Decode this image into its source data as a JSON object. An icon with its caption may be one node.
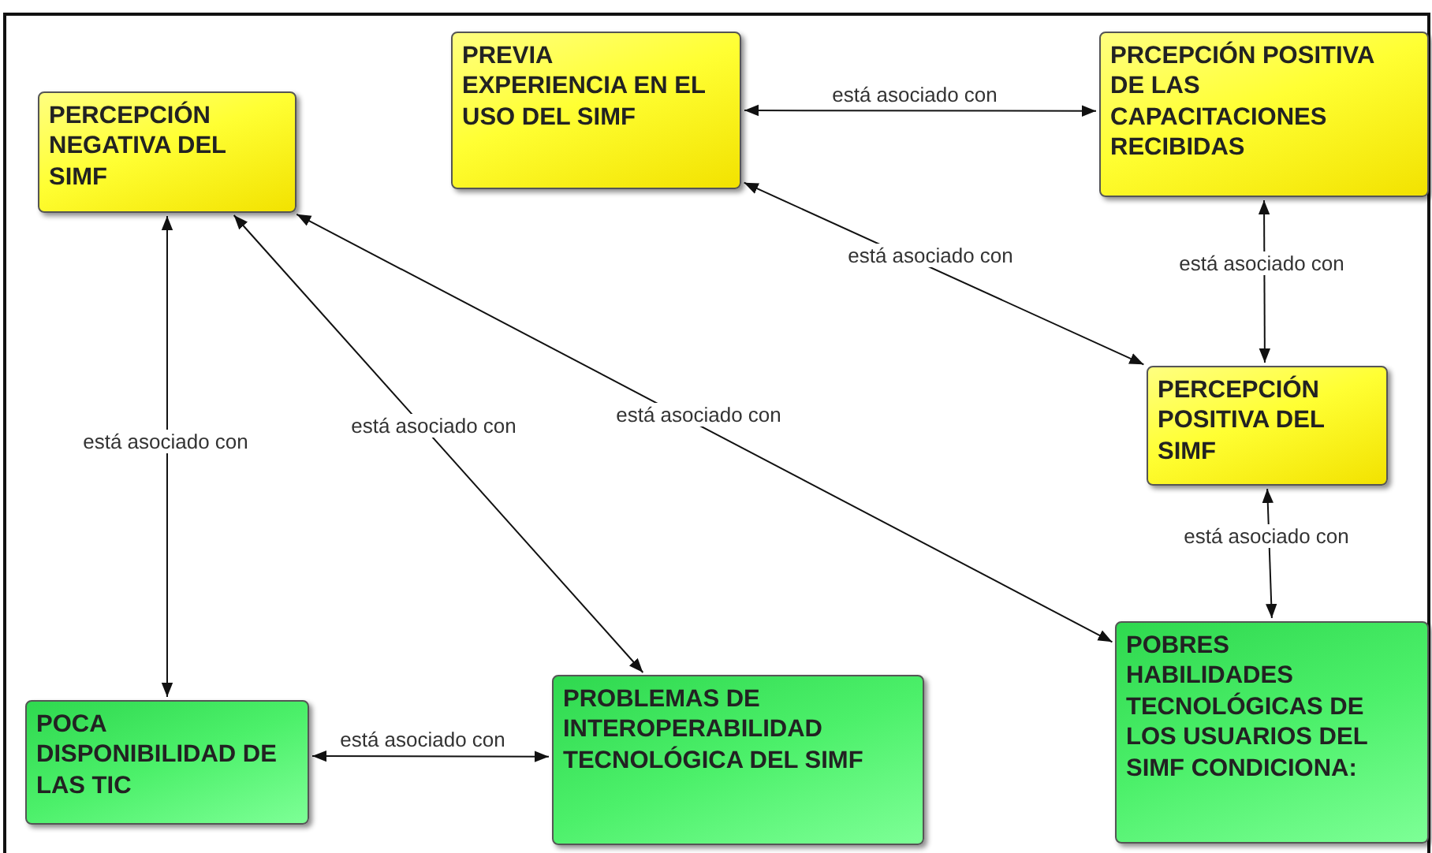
{
  "diagram": {
    "nodes": [
      {
        "text": [
          "PERCEPCIÓN NEGATIVA DEL SIMF"
        ]
      },
      {
        "text": [
          "PREVIA EXPERIENCIA EN EL USO DEL SIMF"
        ]
      },
      {
        "text": [
          "PRCEPCIÓN POSITIVA DE LAS CAPACITACIONES RECIBIDAS"
        ]
      },
      {
        "text": [
          "PERCEPCIÓN POSITIVA DEL SIMF"
        ]
      },
      {
        "text": [
          "POCA DISPONIBILIDAD DE LAS TIC"
        ]
      },
      {
        "text": [
          "PROBLEMAS DE INTEROPERABILIDAD TECNOLÓGICA DEL SIMF"
        ]
      },
      {
        "text": [
          "POBRES HABILIDADES TECNOLÓGICAS DE LOS USUARIOS DEL SIMF CONDICIONA:"
        ]
      }
    ],
    "edges": [
      {
        "from": 1,
        "to": 2,
        "arrow": "both",
        "label": "está asociado con"
      },
      {
        "from": 1,
        "to": 3,
        "arrow": "both",
        "label": "está asociado con"
      },
      {
        "from": 2,
        "to": 3,
        "arrow": "both",
        "label": "está asociado con"
      },
      {
        "from": 0,
        "to": 4,
        "arrow": "both",
        "label": "está asociado con"
      },
      {
        "from": 0,
        "to": 5,
        "arrow": "both",
        "label": "está asociado con"
      },
      {
        "from": 0,
        "to": 6,
        "arrow": "both",
        "label": "está asociado con"
      },
      {
        "from": 3,
        "to": 6,
        "arrow": "both",
        "label": "está asociado con"
      },
      {
        "from": 4,
        "to": 5,
        "arrow": "both",
        "label": "está asociado con"
      }
    ]
  }
}
